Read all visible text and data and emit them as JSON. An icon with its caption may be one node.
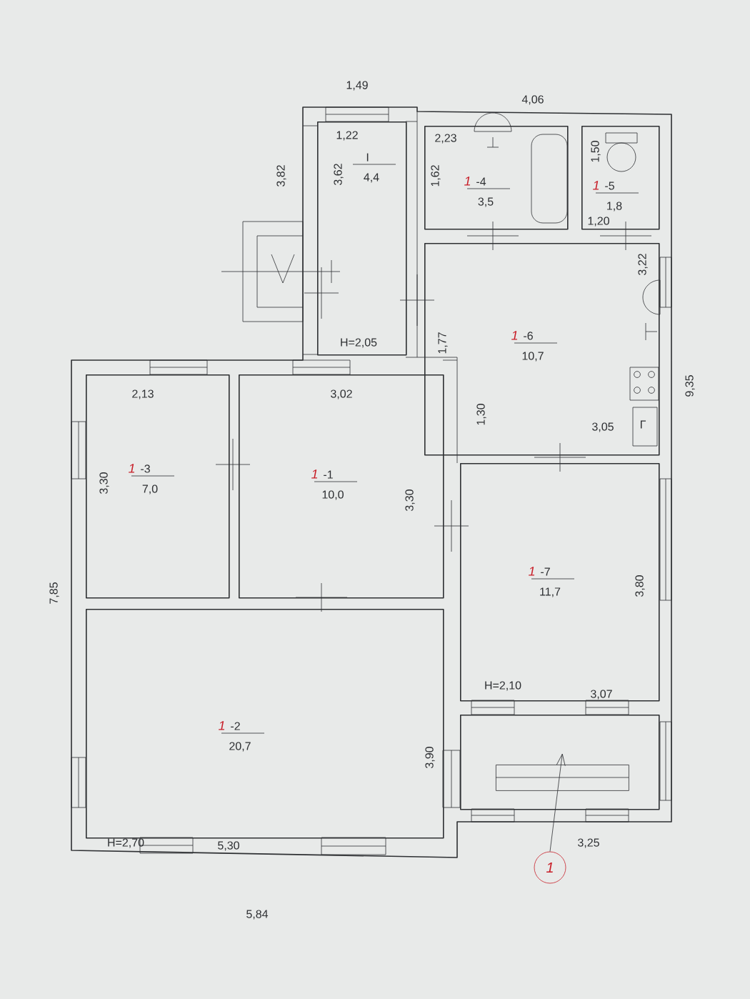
{
  "diagram": {
    "nodes": [
      {
        "text": [
          "I",
          "4,4"
        ]
      },
      {
        "text": [
          "1",
          "-4",
          "3,5"
        ]
      },
      {
        "text": [
          "1",
          "-5",
          "1,8"
        ]
      },
      {
        "text": [
          "1",
          "-6",
          "10,7"
        ]
      },
      {
        "text": [
          "1",
          "-3",
          "7,0"
        ]
      },
      {
        "text": [
          "1",
          "-1",
          "10,0"
        ]
      },
      {
        "text": [
          "1",
          "-7",
          "11,7"
        ]
      },
      {
        "text": [
          "1",
          "-2",
          "20,7"
        ]
      },
      {
        "text": [],
        "shape": "box"
      },
      {
        "text": [],
        "shape": "box",
        "in": 8
      },
      {
        "text": [
          "1"
        ]
      }
    ],
    "edges": [
      {
        "from": 10,
        "to": 9,
        "arrow": "to"
      }
    ],
    "labels": [
      "1,49",
      "4,06",
      "1,22",
      "2,23",
      "1,50",
      "3,82",
      "3,62",
      "1,62",
      "1,20",
      "3,22",
      "1,77",
      "H=2,05",
      "9,35",
      "2,13",
      "3,02",
      "1,30",
      "3,05",
      "Г",
      "3,30",
      "3,30",
      "7,85",
      "3,80",
      "H=2,10",
      "3,07",
      "3,90",
      "H=2,70",
      "5,30",
      "3,25",
      "5,84"
    ]
  }
}
